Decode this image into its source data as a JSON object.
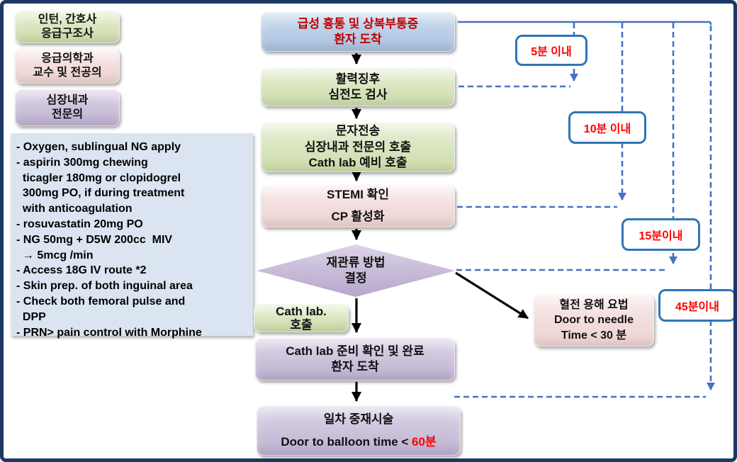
{
  "colors": {
    "frame_border": "#1b3764",
    "line_blue": "#4472c4",
    "label_border_blue": "#2e75b6",
    "alert_red": "#ff0000",
    "title_red": "#c00000",
    "fill_blue": "#b6cbe5",
    "fill_green": "#d8e4bc",
    "fill_pink": "#f2dcdb",
    "fill_purple": "#ccc1da",
    "fill_medbox": "#dbe5f1"
  },
  "legend": {
    "items": [
      {
        "id": "intern-nurse-emt",
        "color": "green",
        "lines": [
          "인턴, 간호사",
          "응급구조사"
        ]
      },
      {
        "id": "emergency-dept",
        "color": "pink",
        "lines": [
          "응급의학과",
          "교수 및 전공의"
        ]
      },
      {
        "id": "cardiology",
        "color": "purple",
        "lines": [
          "심장내과",
          "전문의"
        ]
      }
    ]
  },
  "med_protocol": {
    "lines": [
      "- Oxygen, sublingual NG apply",
      "- aspirin 300mg chewing",
      "  ticagler 180mg or clopidogrel",
      "  300mg PO, if during treatment",
      "  with anticoagulation",
      "- rosuvastatin 20mg PO",
      "- NG 50mg + D5W 200cc  MIV",
      "  → 5mcg /min",
      "- Access 18G IV route *2",
      "- Skin prep. of both inguinal area",
      "- Check both femoral pulse and",
      "  DPP",
      "- PRN> pain control with Morphine"
    ]
  },
  "flow": {
    "arrival": {
      "lines": [
        "급성 흉통 및 상복부통증",
        "환자 도착"
      ],
      "text_color": "#c00000"
    },
    "vitals": {
      "lines": [
        "활력징후",
        "심전도 검사"
      ]
    },
    "notify": {
      "lines": [
        "문자전송",
        "심장내과 전문의 호출",
        "Cath lab 예비 호출"
      ]
    },
    "stemi": {
      "lines": [
        "STEMI 확인",
        "CP 활성화"
      ]
    },
    "decision": {
      "lines": [
        "재관류 방법",
        "결정"
      ]
    },
    "cath_call": {
      "lines": [
        "Cath lab.",
        "호출"
      ]
    },
    "cath_ready": {
      "lines": [
        "Cath lab 준비 확인 및 완료",
        "환자 도착"
      ]
    },
    "pci": {
      "lines": [
        "일차 중재시술",
        [
          {
            "t": "Door to balloon time < "
          },
          {
            "t": "60분",
            "c": "#ff0000"
          }
        ]
      ]
    },
    "thrombolysis": {
      "lines": [
        "혈전 용해 요법",
        "Door to needle",
        "Time < 30 분"
      ]
    }
  },
  "time_labels": {
    "t5": "5분 이내",
    "t10": "10분 이내",
    "t15": "15분이내",
    "t45": "45분이내"
  }
}
